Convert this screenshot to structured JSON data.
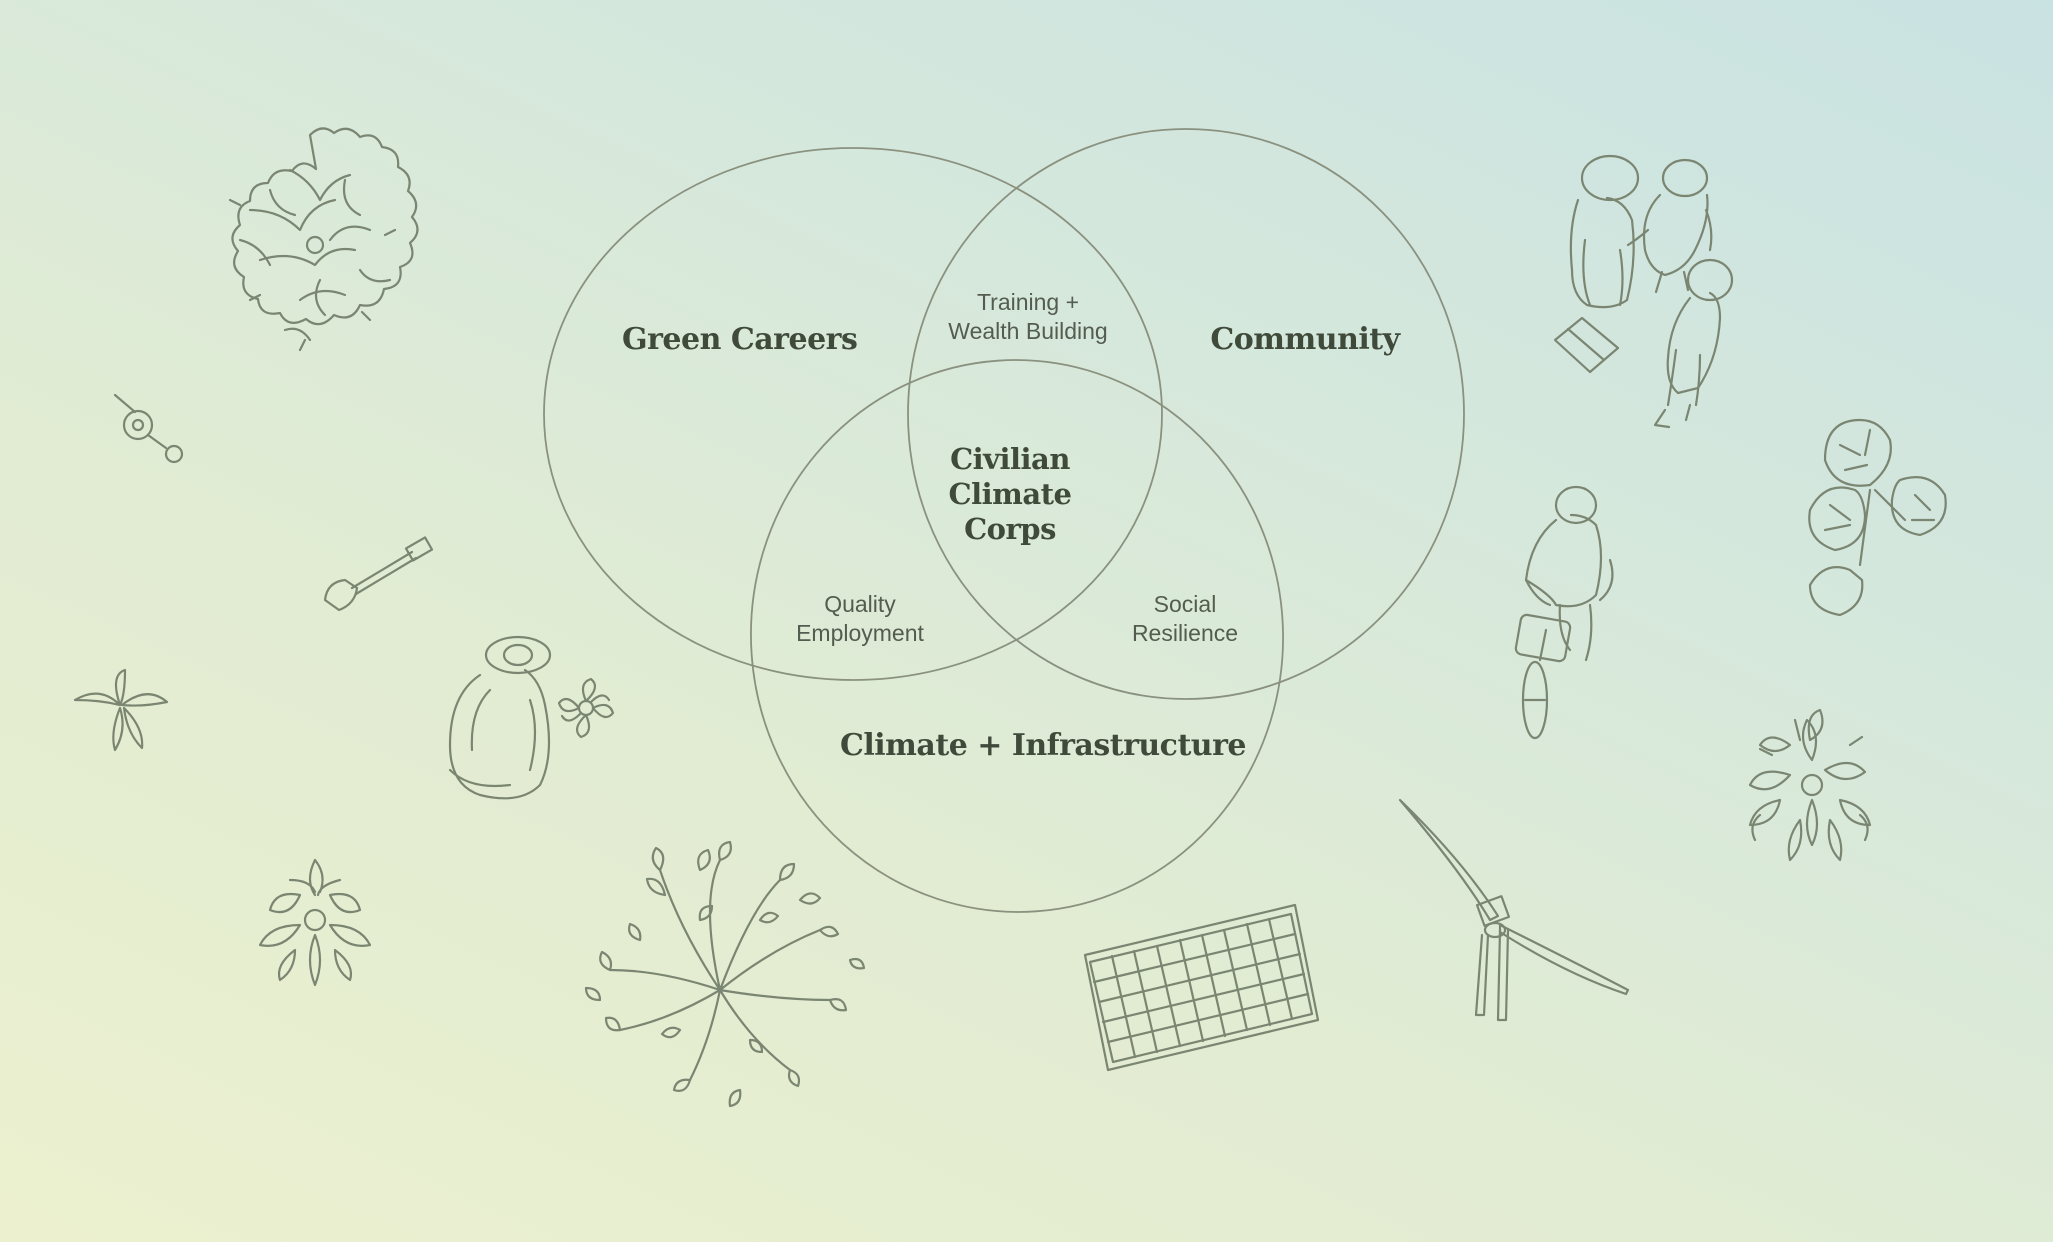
{
  "diagram": {
    "circles": {
      "green_careers": "Green Careers",
      "community": "Community",
      "climate_infrastructure": "Climate + Infrastructure"
    },
    "overlaps": {
      "careers_community": [
        "Training +",
        "Wealth Building"
      ],
      "careers_climate": [
        "Quality",
        "Employment"
      ],
      "community_climate": [
        "Social",
        "Resilience"
      ]
    },
    "center": [
      "Civilian",
      "Climate",
      "Corps"
    ]
  },
  "illustrations": [
    "tree-canopy-icon",
    "watering-tool-icon",
    "shovel-icon",
    "palm-plant-icon",
    "gardener-person-icon",
    "flower-icon",
    "shrub-icon",
    "leafy-bush-icon",
    "solar-panel-icon",
    "wind-turbine-icon",
    "people-group-icon",
    "book-icon",
    "cyclist-icon",
    "monstera-plant-icon",
    "potted-plant-icon"
  ],
  "colors": {
    "line": "#7b8672",
    "text": "#3f4a3a",
    "background_start": "#ecf0cf",
    "background_end": "#c9e2e2"
  }
}
